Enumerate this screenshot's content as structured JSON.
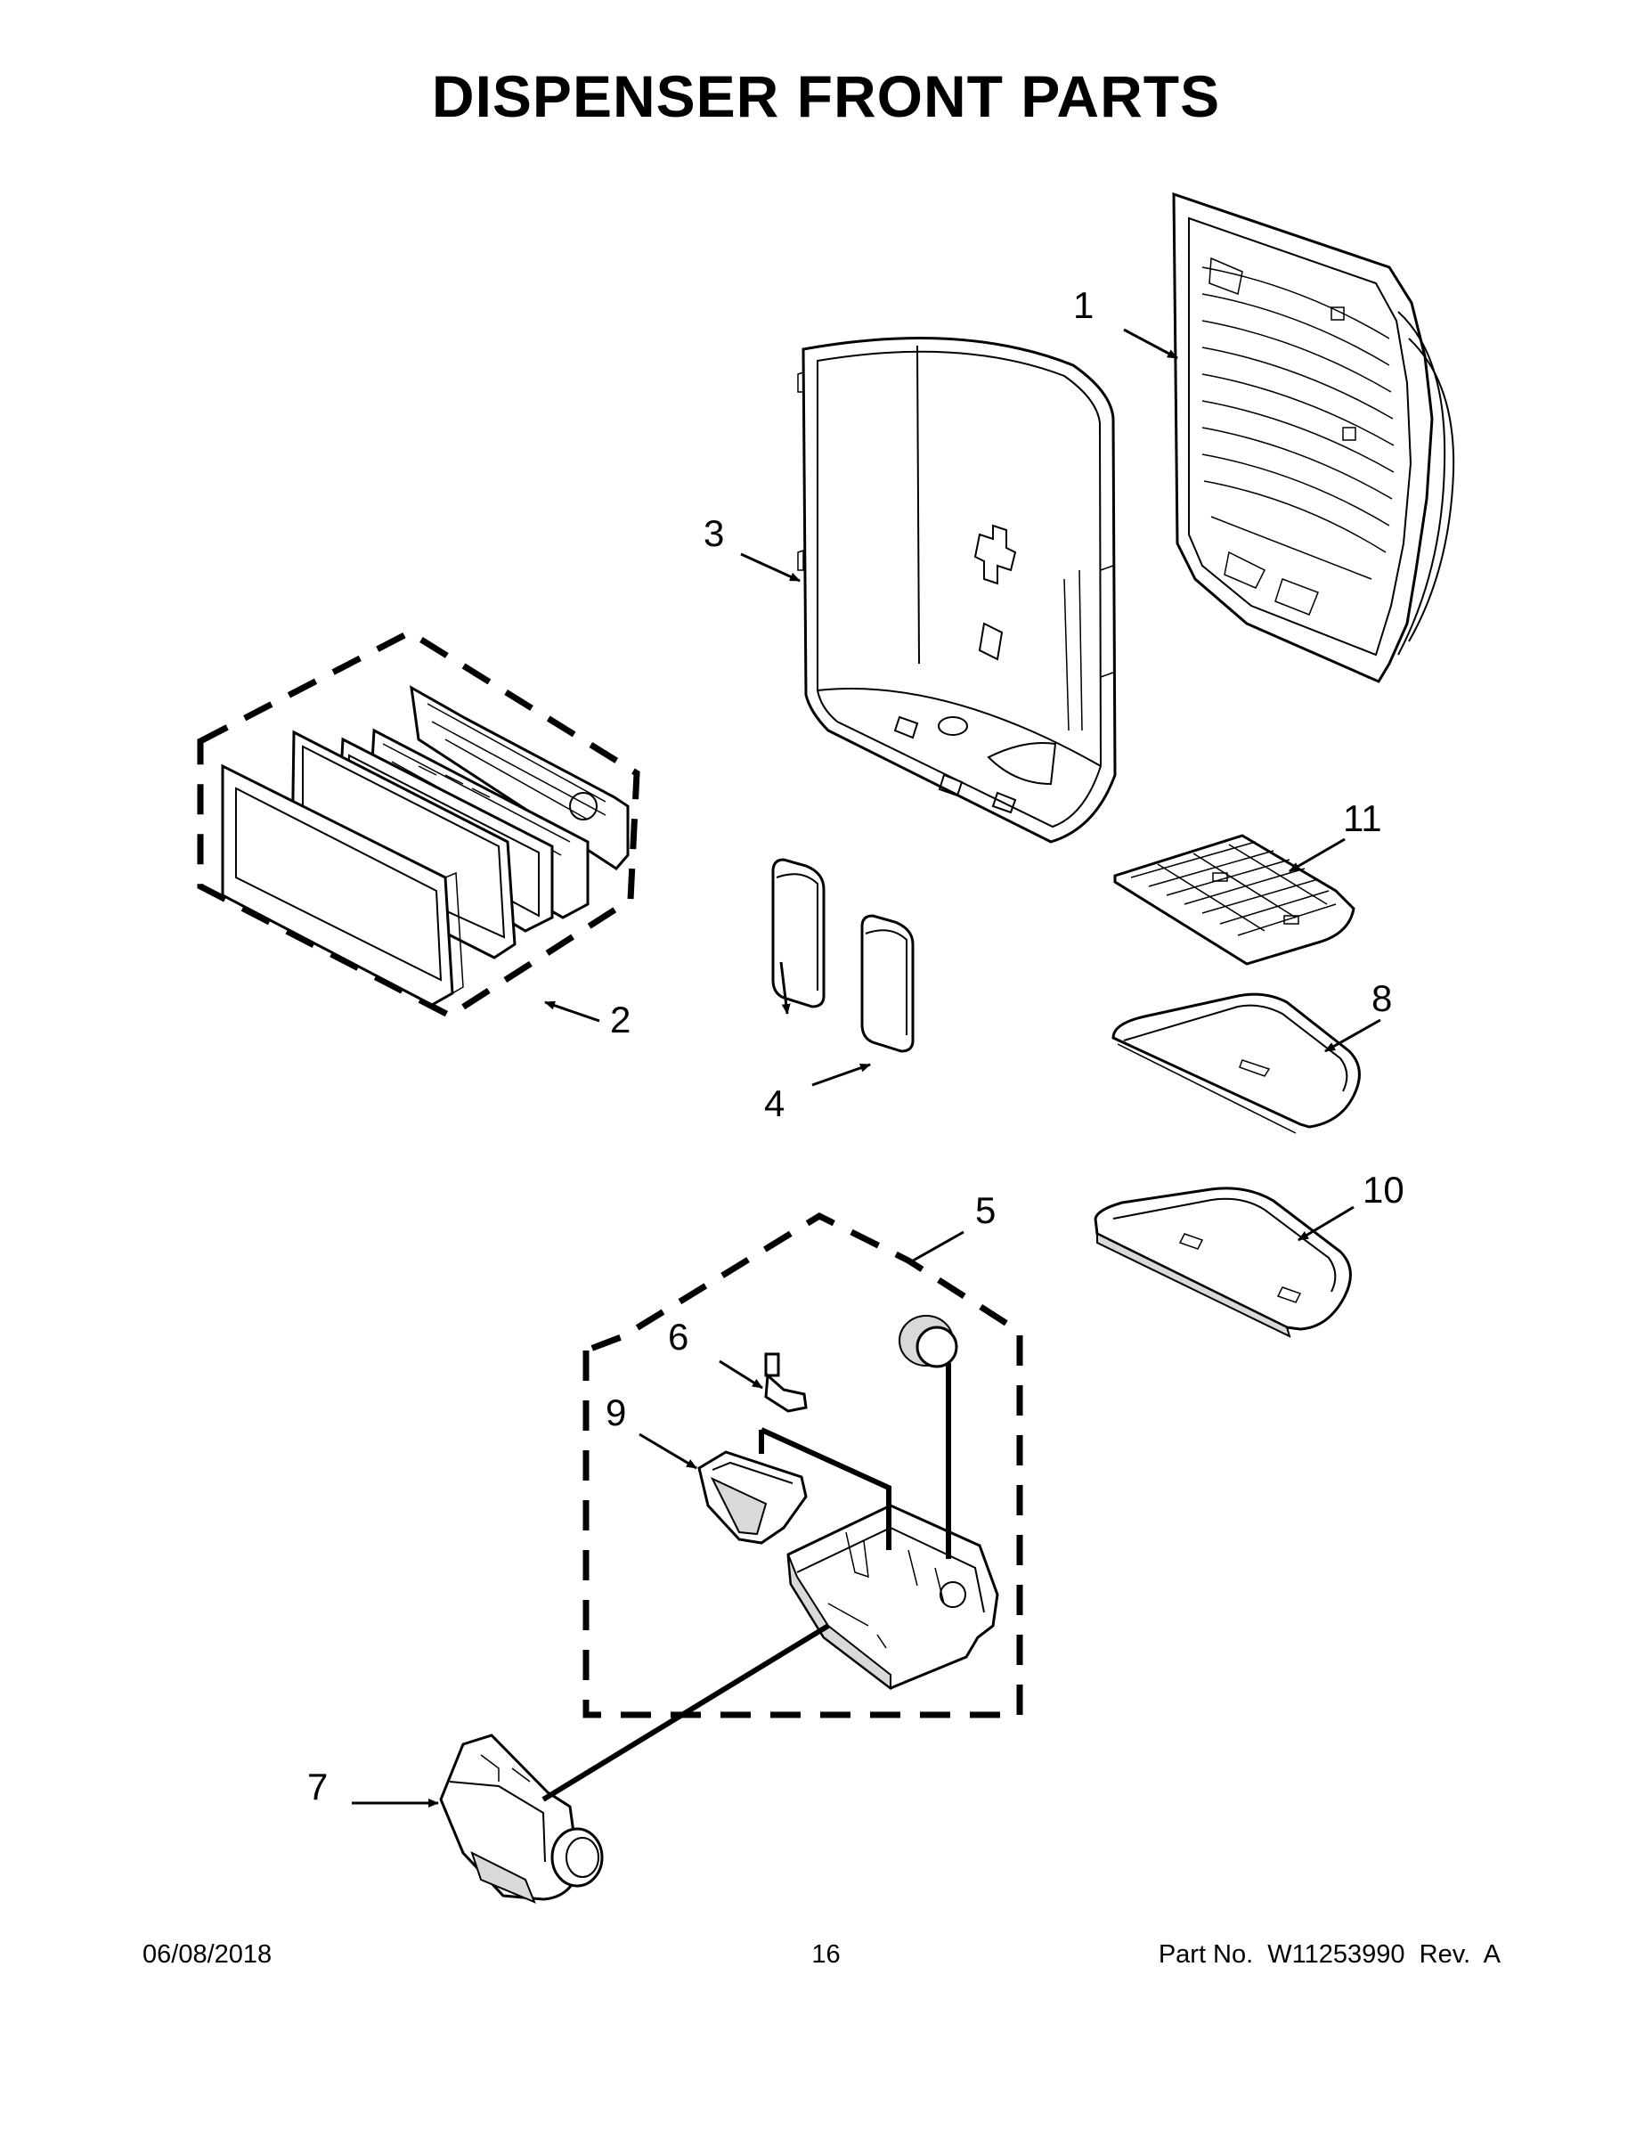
{
  "title": "DISPENSER FRONT PARTS",
  "footer": {
    "date": "06/08/2018",
    "page": "16",
    "part_number": "Part No.  W11253990  Rev.  A"
  },
  "callouts": {
    "c1": "1",
    "c2": "2",
    "c3": "3",
    "c4": "4",
    "c5": "5",
    "c6": "6",
    "c7": "7",
    "c8": "8",
    "c9": "9",
    "c10": "10",
    "c11": "11"
  }
}
